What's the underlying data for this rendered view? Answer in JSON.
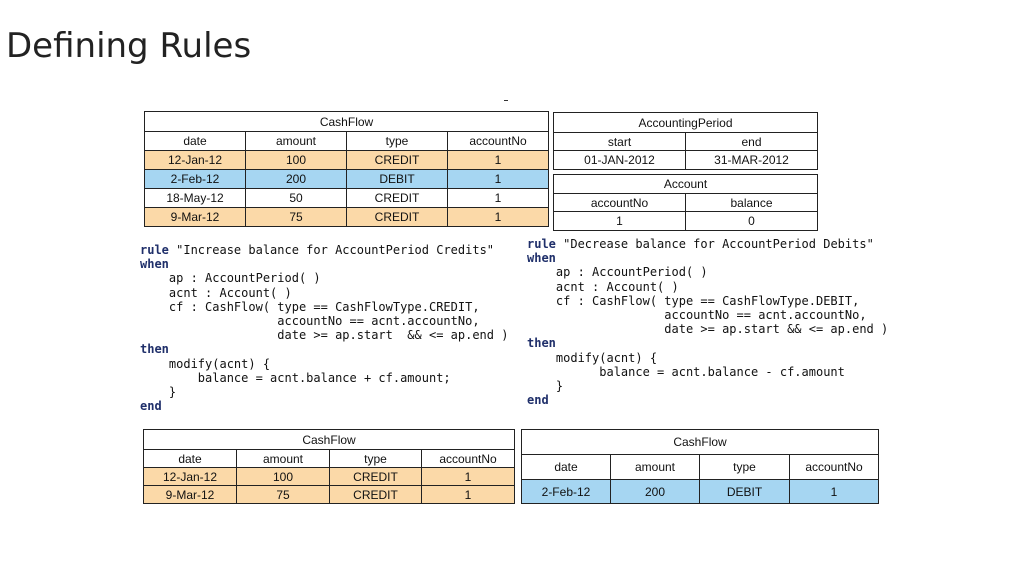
{
  "slide": {
    "title": "Defining Rules"
  },
  "cashflow_top": {
    "caption": "CashFlow",
    "headers": [
      "date",
      "amount",
      "type",
      "accountNo"
    ],
    "rows": [
      [
        "12-Jan-12",
        "100",
        "CREDIT",
        "1"
      ],
      [
        "2-Feb-12",
        "200",
        "DEBIT",
        "1"
      ],
      [
        "18-May-12",
        "50",
        "CREDIT",
        "1"
      ],
      [
        "9-Mar-12",
        "75",
        "CREDIT",
        "1"
      ]
    ]
  },
  "accounting_period": {
    "caption": "AccountingPeriod",
    "headers": [
      "start",
      "end"
    ],
    "rows": [
      [
        "01-JAN-2012",
        "31-MAR-2012"
      ]
    ]
  },
  "account": {
    "caption": "Account",
    "headers": [
      "accountNo",
      "balance"
    ],
    "rows": [
      [
        "1",
        "0"
      ]
    ]
  },
  "rule_credit": {
    "lines": [
      {
        "kw": "rule",
        "text": " \"Increase balance for AccountPeriod Credits\""
      },
      {
        "kw": "when",
        "text": ""
      },
      {
        "kw": "",
        "text": "    ap : AccountPeriod( )"
      },
      {
        "kw": "",
        "text": "    acnt : Account( )"
      },
      {
        "kw": "",
        "text": "    cf : CashFlow( type == CashFlowType.CREDIT,"
      },
      {
        "kw": "",
        "text": "                   accountNo == acnt.accountNo,"
      },
      {
        "kw": "",
        "text": "                   date >= ap.start  && <= ap.end )"
      },
      {
        "kw": "then",
        "text": ""
      },
      {
        "kw": "",
        "text": "    modify(acnt) {"
      },
      {
        "kw": "",
        "text": "        balance = acnt.balance + cf.amount;"
      },
      {
        "kw": "",
        "text": "    }"
      },
      {
        "kw": "end",
        "text": ""
      }
    ]
  },
  "rule_debit": {
    "lines": [
      {
        "kw": "rule",
        "text": " \"Decrease balance for AccountPeriod Debits\""
      },
      {
        "kw": "when",
        "text": ""
      },
      {
        "kw": "",
        "text": "    ap : AccountPeriod( )"
      },
      {
        "kw": "",
        "text": "    acnt : Account( )"
      },
      {
        "kw": "",
        "text": "    cf : CashFlow( type == CashFlowType.DEBIT,"
      },
      {
        "kw": "",
        "text": "                   accountNo == acnt.accountNo,"
      },
      {
        "kw": "",
        "text": "                   date >= ap.start && <= ap.end )"
      },
      {
        "kw": "then",
        "text": ""
      },
      {
        "kw": "",
        "text": "    modify(acnt) {"
      },
      {
        "kw": "",
        "text": "          balance = acnt.balance - cf.amount"
      },
      {
        "kw": "",
        "text": "    }"
      },
      {
        "kw": "end",
        "text": ""
      }
    ]
  },
  "cashflow_credit_result": {
    "caption": "CashFlow",
    "headers": [
      "date",
      "amount",
      "type",
      "accountNo"
    ],
    "rows": [
      [
        "12-Jan-12",
        "100",
        "CREDIT",
        "1"
      ],
      [
        "9-Mar-12",
        "75",
        "CREDIT",
        "1"
      ]
    ]
  },
  "cashflow_debit_result": {
    "caption": "CashFlow",
    "headers": [
      "date",
      "amount",
      "type",
      "accountNo"
    ],
    "rows": [
      [
        "2-Feb-12",
        "200",
        "DEBIT",
        "1"
      ]
    ]
  },
  "colors": {
    "credit_row": "#fbd9a8",
    "debit_row": "#a6d6f2"
  }
}
